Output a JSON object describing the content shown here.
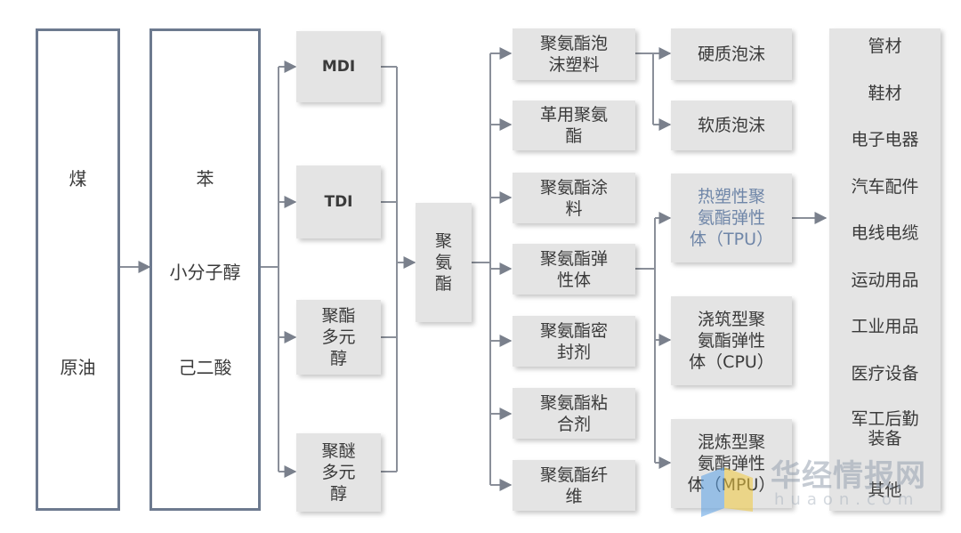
{
  "colors": {
    "box_fill": "#e4e4e4",
    "border": "#6d7a8f",
    "line": "#8a8f99",
    "highlight_text": "#6f86a8"
  },
  "raw_materials": [
    "煤",
    "原油"
  ],
  "intermediates": [
    "苯",
    "小分子醇",
    "己二酸"
  ],
  "monomers": [
    "MDI",
    "TDI",
    "聚酯\n多元\n醇",
    "聚醚\n多元\n醇"
  ],
  "center": "聚\n氨\n酯",
  "products": [
    "聚氨酯泡\n沫塑料",
    "革用聚氨\n酯",
    "聚氨酯涂\n料",
    "聚氨酯弹\n性体",
    "聚氨酯密\n封剂",
    "聚氨酯粘\n合剂",
    "聚氨酯纤\n维"
  ],
  "foam_types": [
    "硬质泡沫",
    "软质泡沫"
  ],
  "elastomer_types": [
    "热塑性聚\n氨酯弹性\n体（TPU）",
    "浇筑型聚\n氨酯弹性\n体（CPU）",
    "混炼型聚\n氨酯弹性\n体（MPU）"
  ],
  "applications": [
    "管材",
    "鞋材",
    "电子电器",
    "汽车配件",
    "电线电缆",
    "运动用品",
    "工业用品",
    "医疗设备",
    "军工后勤\n装备",
    "其他"
  ],
  "watermark": {
    "text": "华经情报网",
    "domain": "huaon.com"
  }
}
